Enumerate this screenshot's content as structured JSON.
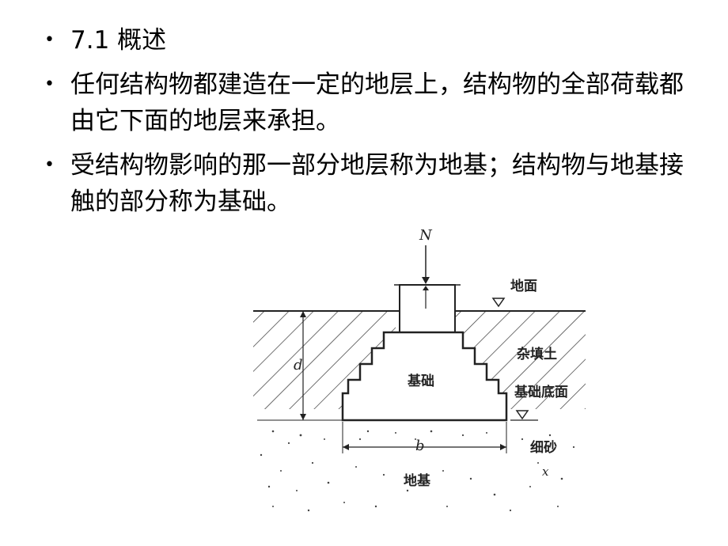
{
  "bullets": [
    {
      "text": "7.1  概述"
    },
    {
      "text": "任何结构物都建造在一定的地层上，结构物的全部荷载都由它下面的地层来承担。"
    },
    {
      "text": "受结构物影响的那一部分地层称为地基；结构物与地基接触的部分称为基础。"
    }
  ],
  "figure": {
    "load_label": "N",
    "ground_label": "地面",
    "fill_label": "杂填土",
    "foundation_label": "基础",
    "base_label": "基础底面",
    "sand_label": "细砂",
    "subgrade_label": "地基",
    "depth_label": "d",
    "width_label": "b",
    "x_label": "x"
  }
}
